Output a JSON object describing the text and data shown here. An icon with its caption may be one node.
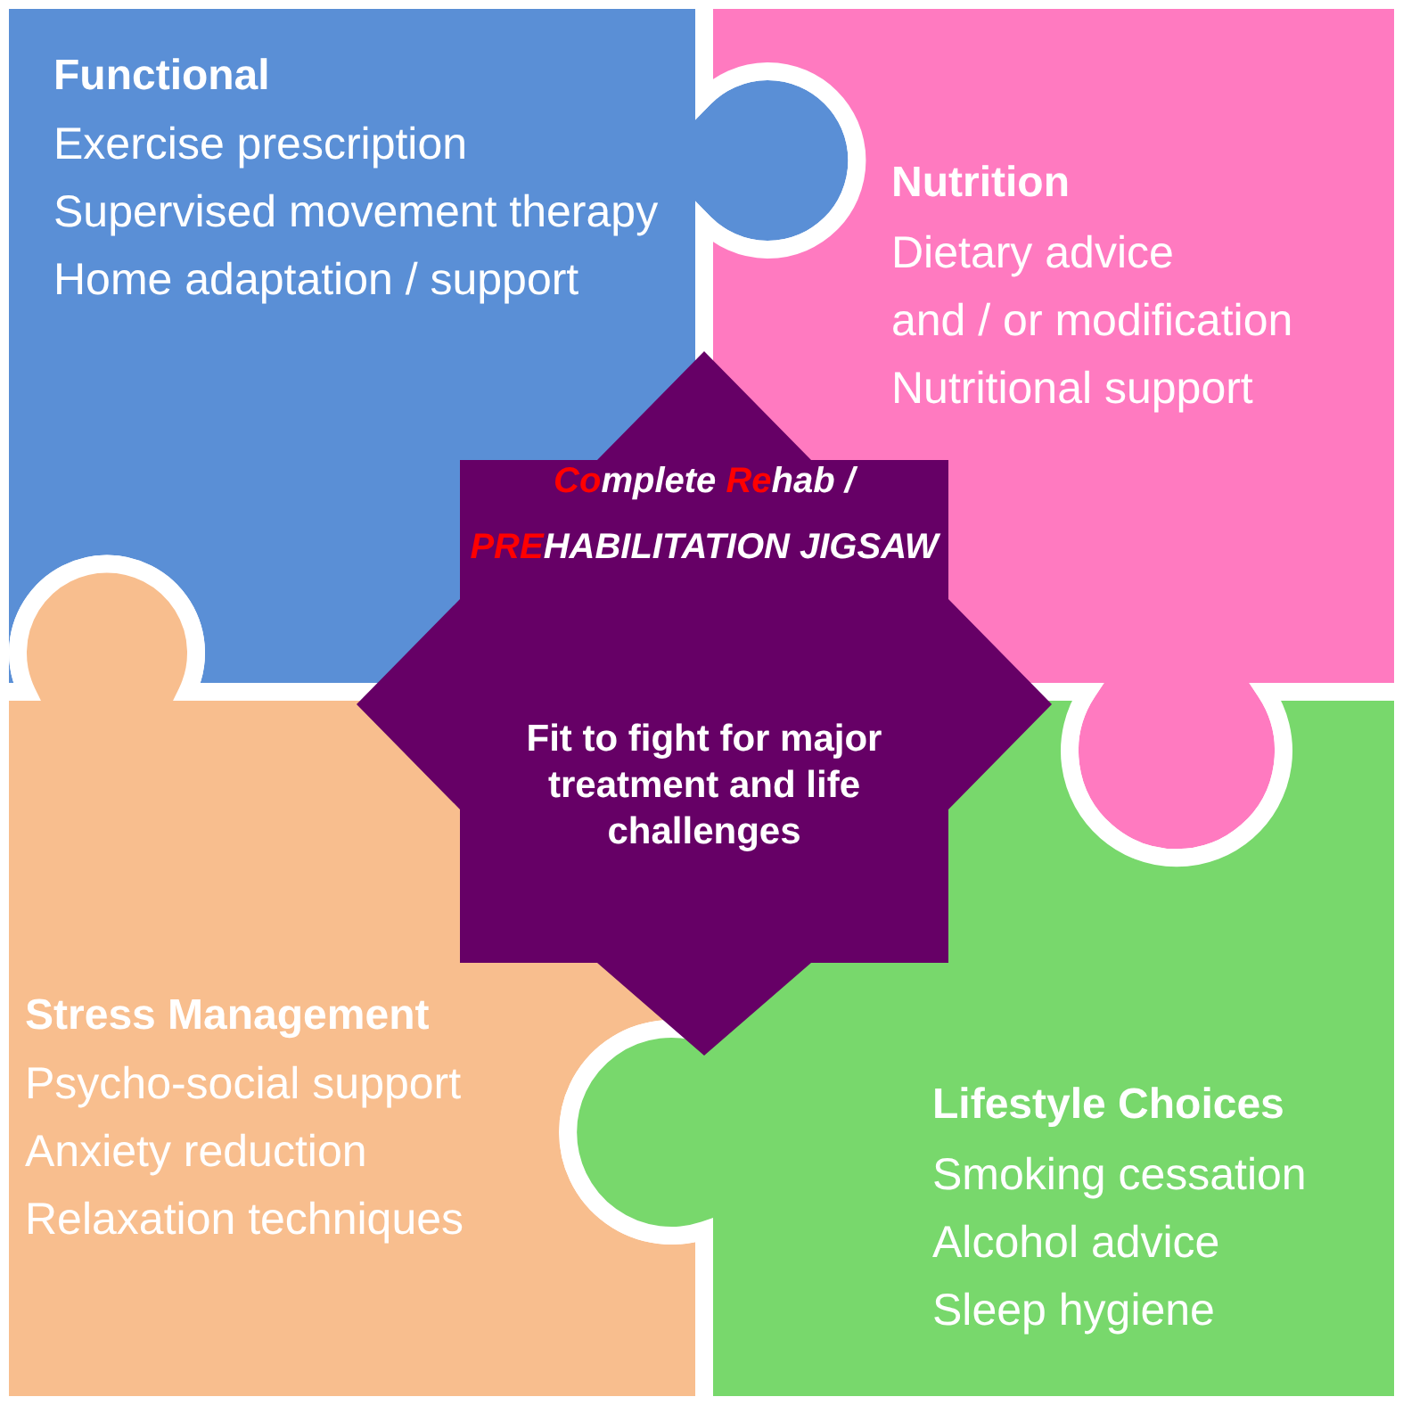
{
  "diagram": {
    "nodes": [
      {
        "text": [
          "Functional",
          "Exercise prescription",
          "Supervised movement therapy",
          "Home adaptation / support"
        ]
      },
      {
        "text": [
          "Nutrition",
          "Dietary advice",
          "and / or modification",
          "Nutritional support"
        ]
      },
      {
        "text": [
          "Stress Management",
          "Psycho-social support",
          "Anxiety reduction",
          "Relaxation techniques"
        ]
      },
      {
        "text": [
          "Lifestyle Choices",
          "Smoking cessation",
          "Alcohol advice",
          "Sleep hygiene"
        ]
      },
      {
        "text": [
          "**Co**mplete **Re**hab / **PRE**HABILITATION JIGSAW",
          "Fit to fight for major treatment and life challenges"
        ]
      }
    ]
  }
}
